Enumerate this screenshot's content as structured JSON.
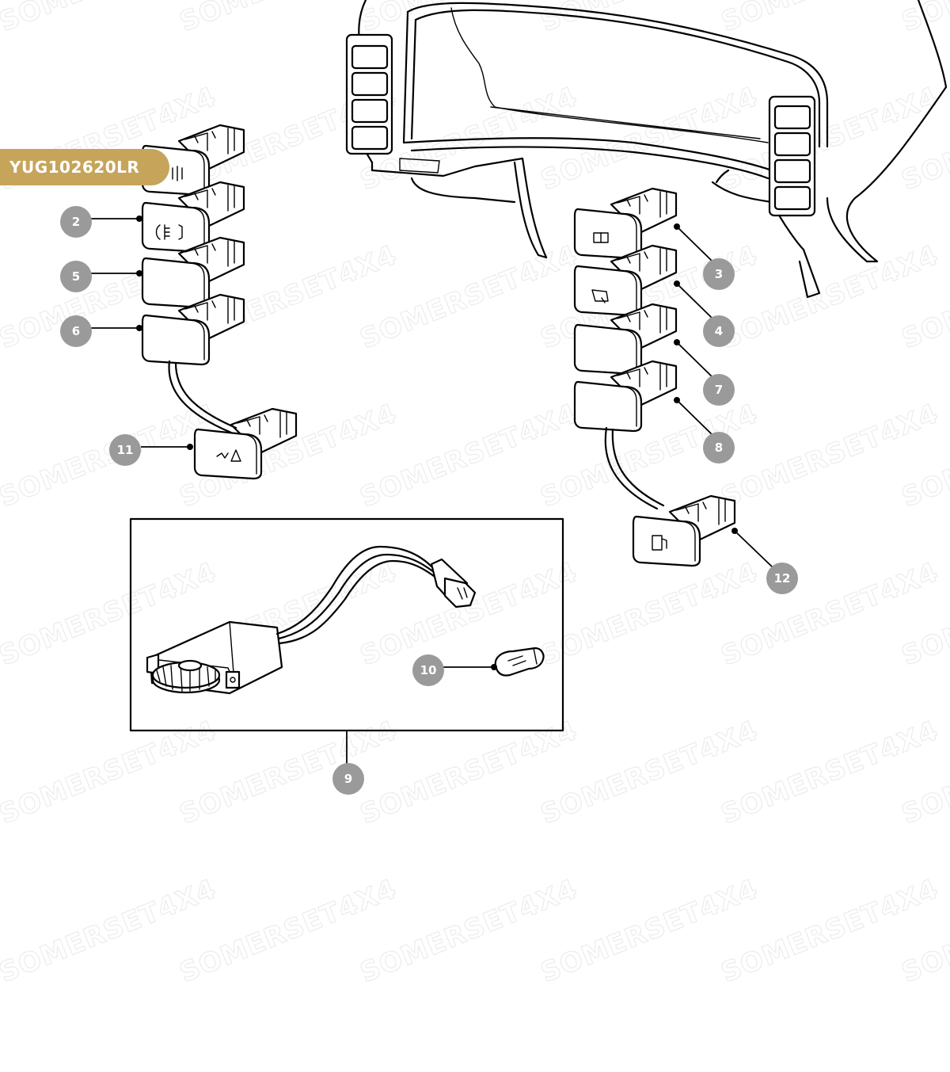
{
  "watermark": "SOMERSET4X4",
  "part_code": "YUG102620LR",
  "callouts": [
    "2",
    "3",
    "4",
    "5",
    "6",
    "7",
    "8",
    "9",
    "10",
    "11",
    "12"
  ]
}
